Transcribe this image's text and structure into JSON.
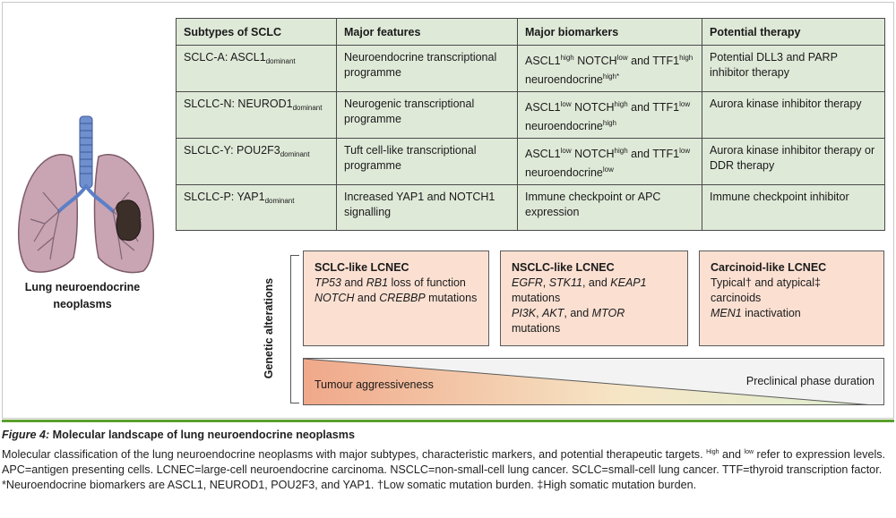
{
  "figure": {
    "table": {
      "headers": [
        "Subtypes of SCLC",
        "Major features",
        "Major biomarkers",
        "Potential therapy"
      ],
      "rows": [
        {
          "subtype": {
            "base": "SCLC-A: ASCL1",
            "sub": "dominant"
          },
          "features": "Neuroendocrine transcriptional programme",
          "biomarkers": [
            {
              "t": "ASCL1"
            },
            {
              "sup": "high"
            },
            {
              "t": " NOTCH"
            },
            {
              "sup": "low"
            },
            {
              "t": " and TTF1"
            },
            {
              "sup": "high"
            },
            {
              "t": " neuroendocrine"
            },
            {
              "sup": "high*"
            }
          ],
          "therapy": "Potential DLL3 and PARP inhibitor therapy"
        },
        {
          "subtype": {
            "base": "SLCLC-N: NEUROD1",
            "sub": "dominant"
          },
          "features": "Neurogenic transcriptional programme",
          "biomarkers": [
            {
              "t": "ASCL1"
            },
            {
              "sup": "low"
            },
            {
              "t": " NOTCH"
            },
            {
              "sup": "high"
            },
            {
              "t": " and TTF1"
            },
            {
              "sup": "low"
            },
            {
              "t": " neuroendocrine"
            },
            {
              "sup": "high"
            }
          ],
          "therapy": "Aurora kinase inhibitor therapy"
        },
        {
          "subtype": {
            "base": "SLCLC-Y: POU2F3",
            "sub": "dominant"
          },
          "features": "Tuft cell-like transcriptional programme",
          "biomarkers": [
            {
              "t": "ASCL1"
            },
            {
              "sup": "low"
            },
            {
              "t": " NOTCH"
            },
            {
              "sup": "high"
            },
            {
              "t": " and TTF1"
            },
            {
              "sup": "low"
            },
            {
              "t": " neuroendocrine"
            },
            {
              "sup": "low"
            }
          ],
          "therapy": "Aurora kinase inhibitor therapy or DDR therapy"
        },
        {
          "subtype": {
            "base": "SLCLC-P: YAP1",
            "sub": "dominant"
          },
          "features": "Increased YAP1 and NOTCH1 signalling",
          "biomarkers": [
            {
              "t": "Immune checkpoint or APC expression"
            }
          ],
          "therapy": "Immune checkpoint inhibitor"
        }
      ]
    },
    "lung_label": "Lung neuroendocrine neoplasms",
    "genetic_alterations_label": "Genetic alterations",
    "lcnec_boxes": [
      {
        "title": "SCLC-like LCNEC",
        "lines": [
          [
            {
              "i": "TP53"
            },
            {
              "t": " and "
            },
            {
              "i": "RB1"
            },
            {
              "t": " loss of function"
            }
          ],
          [
            {
              "i": "NOTCH"
            },
            {
              "t": " and "
            },
            {
              "i": "CREBBP"
            },
            {
              "t": " mutations"
            }
          ]
        ]
      },
      {
        "title": "NSCLC-like LCNEC",
        "lines": [
          [
            {
              "i": "EGFR"
            },
            {
              "t": ", "
            },
            {
              "i": "STK11"
            },
            {
              "t": ", and "
            },
            {
              "i": "KEAP1"
            }
          ],
          [
            {
              "t": "mutations"
            }
          ],
          [
            {
              "i": "PI3K"
            },
            {
              "t": ", "
            },
            {
              "i": "AKT"
            },
            {
              "t": ", and "
            },
            {
              "i": "MTOR"
            }
          ],
          [
            {
              "t": "mutations"
            }
          ]
        ]
      },
      {
        "title": "Carcinoid-like LCNEC",
        "lines": [
          [
            {
              "t": "Typical† and atypical‡ carcinoids"
            }
          ],
          [
            {
              "i": "MEN1"
            },
            {
              "t": " inactivation"
            }
          ]
        ]
      }
    ],
    "gradient": {
      "left_label": "Tumour aggressiveness",
      "right_label": "Preclinical phase duration",
      "colors": {
        "aggressive": "#f0a88a",
        "mid": "#f6e6c6",
        "end": "#dcefd0",
        "wedge": "#f3f3f3"
      }
    }
  },
  "caption": {
    "fig_label": "Figure 4:",
    "title": " Molecular landscape of lung neuroendocrine neoplasms",
    "body": [
      {
        "t": "Molecular classification of the lung neuroendocrine neoplasms with major subtypes, characteristic markers, and potential therapeutic targets. "
      },
      {
        "sup": "High"
      },
      {
        "t": " and "
      },
      {
        "sup": "low"
      },
      {
        "t": " refer to expression levels. APC=antigen presenting cells. LCNEC=large-cell neuroendocrine carcinoma. NSCLC=non-small-cell lung cancer. SCLC=small-cell lung cancer. TTF=thyroid transcription factor. *Neuroendocrine biomarkers are ASCL1, NEUROD1, POU2F3, and YAP1. †Low somatic mutation burden. ‡High somatic mutation burden."
      }
    ]
  },
  "accent_color": "#5aa02c",
  "table_bg": "#dfe9d8",
  "lcnec_bg": "#fbe0d2"
}
